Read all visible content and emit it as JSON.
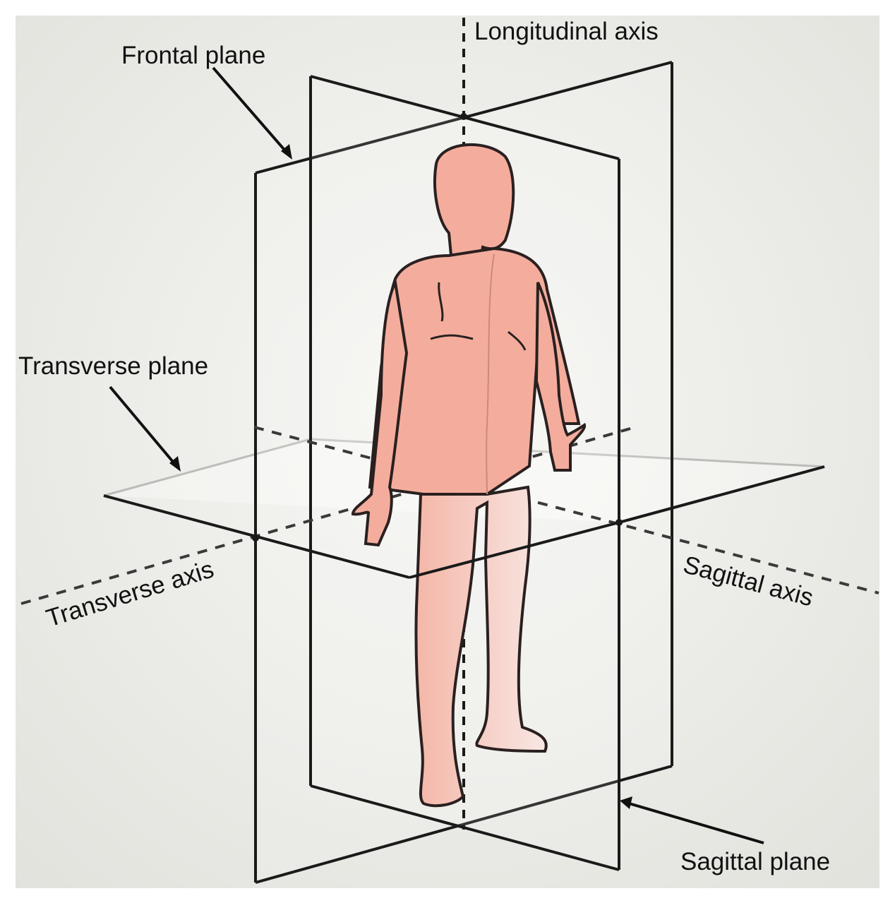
{
  "labels": {
    "longitudinal_axis": "Longitudinal axis",
    "frontal_plane": "Frontal plane",
    "transverse_plane": "Transverse plane",
    "transverse_axis": "Transverse axis",
    "sagittal_axis": "Sagittal axis",
    "sagittal_plane": "Sagittal plane"
  },
  "colors": {
    "background": "#ebebe7",
    "line": "#1a1a1a",
    "skin": "#f4ad9d",
    "skin_outline": "#2a2020",
    "skin_light": "#f6d6ce"
  }
}
